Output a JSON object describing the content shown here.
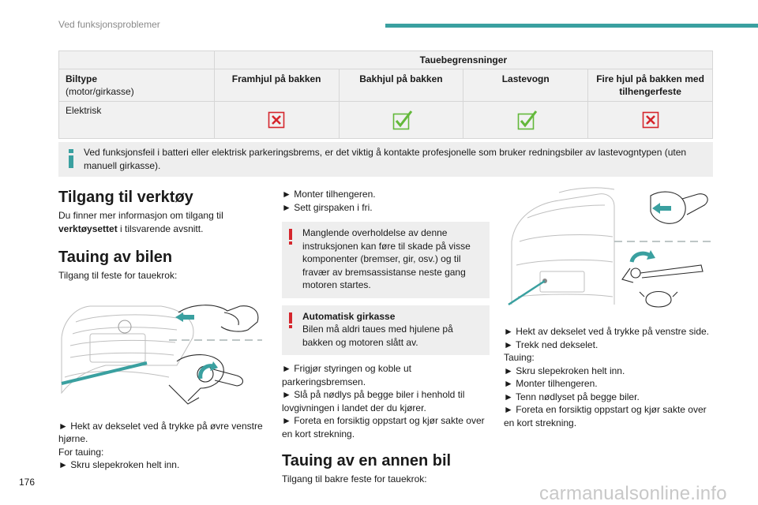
{
  "header": {
    "title": "Ved funksjonsproblemer"
  },
  "table": {
    "group_header": "Tauebegrensninger",
    "row_header_bold": "Biltype",
    "row_header_sub": "(motor/girkasse)",
    "columns": [
      "Framhjul på bakken",
      "Bakhjul på bakken",
      "Lastevogn",
      "Fire hjul på bakken med tilhengerfeste"
    ],
    "rows": [
      {
        "label": "Elektrisk",
        "marks": [
          "cross",
          "check",
          "check",
          "cross"
        ]
      }
    ],
    "colors": {
      "cross": "#d5262d",
      "check": "#63b83a"
    }
  },
  "info": {
    "text": "Ved funksjonsfeil i batteri eller elektrisk parkeringsbrems, er det viktig å kontakte profesjonelle som bruker redningsbiler av lastevogntypen (uten manuell girkasse)."
  },
  "tools": {
    "title": "Tilgang til verktøy",
    "text_pre": "Du finner mer informasjon om tilgang til ",
    "text_bold": "verktøysettet",
    "text_post": " i tilsvarende avsnitt."
  },
  "towing": {
    "title": "Tauing av bilen",
    "intro": "Tilgang til feste for tauekrok:",
    "steps": [
      "Hekt av dekselet ved å trykke på øvre venstre hjørne."
    ],
    "for_towing": "For tauing:",
    "steps2": [
      "Skru slepekroken helt inn."
    ]
  },
  "column2": {
    "steps": [
      "Monter tilhengeren.",
      "Sett girspaken i fri."
    ],
    "warning1": "Manglende overholdelse av denne instruksjonen kan føre til skade på visse komponenter (bremser, gir, osv.) og til fravær av bremsassistanse neste gang motoren startes.",
    "warning2_title": "Automatisk girkasse",
    "warning2_text": "Bilen må aldri taues med hjulene på bakken og motoren slått av.",
    "steps2": [
      "Frigjør styringen og koble ut parkeringsbremsen.",
      "Slå på nødlys på begge biler i henhold til lovgivningen i landet der du kjører.",
      "Foreta en forsiktig oppstart og kjør sakte over en kort strekning."
    ]
  },
  "tow_other": {
    "title": "Tauing av en annen bil",
    "intro": "Tilgang til bakre feste for tauekrok:"
  },
  "column3": {
    "steps": [
      "Hekt av dekselet ved å trykke på venstre side.",
      "Trekk ned dekselet."
    ],
    "towing_label": "Tauing:",
    "steps2": [
      "Skru slepekroken helt inn.",
      "Monter tilhengeren.",
      "Tenn nødlyset på begge biler.",
      "Foreta en forsiktig oppstart og kjør sakte over en kort strekning."
    ]
  },
  "footer": {
    "page_number": "176",
    "watermark": "carmanualsonline.info"
  },
  "colors": {
    "accent": "#3aa0a0",
    "warning": "#d5262d",
    "box_bg": "#eeeeee"
  }
}
